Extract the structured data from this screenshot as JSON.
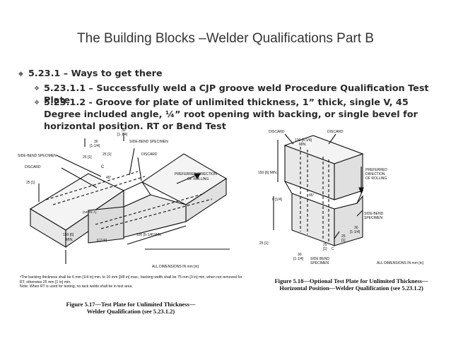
{
  "slide": {
    "title": "The Building Blocks –Welder Qualifications Part B",
    "bullet1": "5.23.1 – Ways to get there",
    "bullet2": "5.23.1.1 – Successfully weld a CJP groove weld Procedure Qualification Test Plate",
    "bullet3": "5.23.1.2 - Groove for plate of unlimited thickness, 1” thick, single V, 45 Degree included angle, ¼” root opening with backing, or single bevel for horizontal position. RT or Bend Test",
    "bullet_marks": [
      "◆",
      "❖",
      "❖"
    ]
  },
  "figure_left": {
    "labels": {
      "side_bend_top": "SIDE-BEND SPECIMEN",
      "side_bend_left": "SIDE-BEND SPECIMEN",
      "discard_right": "DISCARD",
      "discard_left": "DISCARD",
      "dim_30_a": "30",
      "dim_30_a_in": "[1-1/4]",
      "dim_30_b": "30",
      "dim_30_b_in": "[1-1/4]",
      "dim_25_a": "25 [1]",
      "dim_25_b": "25 [1]",
      "dim_25_c": "25 [1]",
      "cl": "C",
      "angle": "45°",
      "pref_dir": "PREFERRED DIRECTION",
      "of_rolling": "OF ROLLING",
      "backing": "(NOTE A)",
      "dim_150": "150 [6]",
      "min": "MIN.",
      "dim_6": "6 [1/4]",
      "dim_130": "130 [5-1/4] MIN.",
      "all_dims": "ALL DIMENSIONS IN mm [in]"
    },
    "note_a": "ᵃThe backing thickness shall be 6 mm [1/4 in] min. to 10 mm [3/8 in] max.; backing width shall be 75 mm [3 in] min. when not removed for RT, otherwise 25 mm [1 in] min.",
    "note_rt": "Note: When RT is used for testing, no tack welds shall be in test area.",
    "caption_1": "Figure 5.17—Test Plate for Unlimited Thickness—",
    "caption_2": "Welder Qualification (see 5.23.1.2)"
  },
  "figure_right": {
    "labels": {
      "discard_l": "DISCARD",
      "discard_r": "DISCARD",
      "dim_130": "130 [5-1/4]",
      "min": "MIN.",
      "dim_150": "150 [6] MIN.",
      "pref_dir_1": "PREFERRED",
      "pref_dir_2": "DIRECTION",
      "pref_dir_3": "OF ROLLING",
      "angle": "45°",
      "dim_6": "6 [1/4]",
      "side_bend_1": "SIDE-BEND",
      "side_bend_2": "SPECIMEN",
      "dim_30_a": "30",
      "dim_30_a_in": "[1-1/4]",
      "dim_25_a": "25",
      "dim_25_a_in": "[1]",
      "dim_25_left": "25 [1]",
      "dim_25_b": "25",
      "dim_25_b_in": "[1]",
      "dim_30_b": "30",
      "dim_30_b_in": "[1-1/4]",
      "cl": "C",
      "side_bend_b1": "SIDE BEND",
      "side_bend_b2": "SPECIMEN",
      "all_dims": "ALL DIMENSIONS IN mm [in]"
    },
    "caption_1": "Figure 5.18—Optional Test Plate for Unlimited Thickness—",
    "caption_2": "Horizontal Position—Welder Qualification (see 5.23.1.2)"
  }
}
